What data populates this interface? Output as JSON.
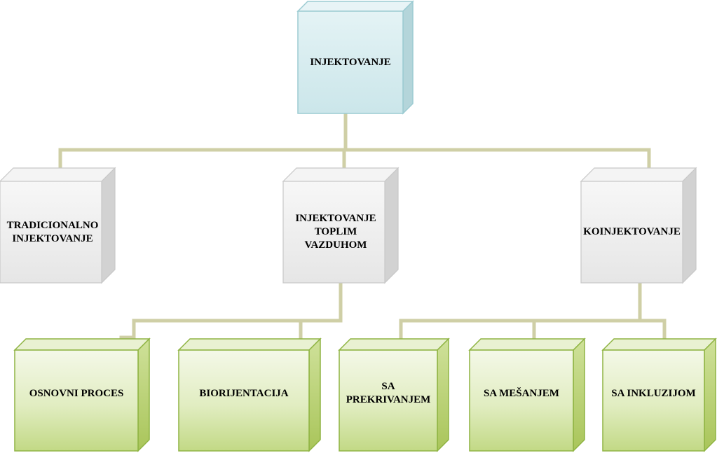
{
  "nodes": {
    "root": {
      "label": "INJEKTOVANJE"
    },
    "traditional": {
      "label": "TRADICIONALNO\nINJEKTOVANJE"
    },
    "hot_air": {
      "label": "INJEKTOVANJE\nTOPLIM\nVAZDUHOM"
    },
    "coinjection": {
      "label": "KOINJEKTOVANJE"
    },
    "basic_process": {
      "label": "OSNOVNI PROCES"
    },
    "biorientation": {
      "label": "BIORIJENTACIJA"
    },
    "overlap": {
      "label": "SA\nPREKRIVANJEM"
    },
    "mixing": {
      "label": "SA MEŠANJEM"
    },
    "inclusion": {
      "label": "SA INKLUZIJOM"
    }
  },
  "colors": {
    "connector": "#cfcfa6",
    "root_front": "#d4ebee",
    "root_side": "#b4d5da",
    "root_border": "#9ccbd2",
    "gray_front": "#ececec",
    "gray_side": "#d2d2d2",
    "gray_border": "#c8c8c8",
    "green_front_top": "#f2f6e4",
    "green_front_bottom": "#c5db8a",
    "green_side": "#b7d069",
    "green_border": "#8fb443"
  }
}
